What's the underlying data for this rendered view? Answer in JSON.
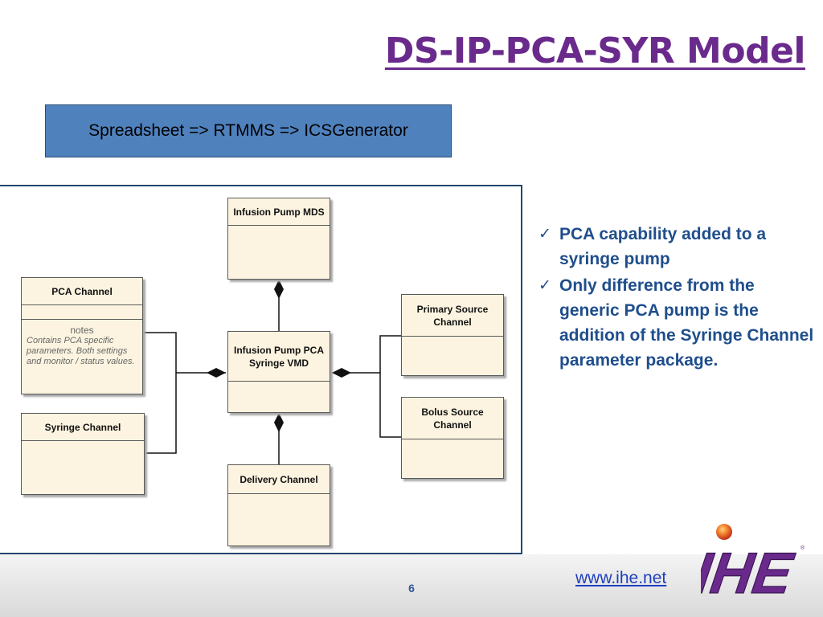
{
  "slide": {
    "title": "DS-IP-PCA-SYR Model",
    "callout": "Spreadsheet => RTMMS => ICSGenerator",
    "page_number": "6",
    "website": "www.ihe.net",
    "logo_text": "IHE"
  },
  "diagram": {
    "mds": "Infusion Pump MDS",
    "vmd": "Infusion Pump PCA Syringe VMD",
    "pca_channel": "PCA Channel",
    "notes_title": "notes",
    "notes_body": "Contains PCA specific parameters.  Both settings and monitor / status values.",
    "syringe_channel": "Syringe Channel",
    "delivery_channel": "Delivery Channel",
    "primary_source": "Primary Source Channel",
    "bolus_source": "Bolus Source Channel"
  },
  "bullets": [
    "PCA capability added to a syringe pump",
    "Only difference from the generic PCA pump is the addition of the Syringe Channel parameter package."
  ],
  "colors": {
    "title": "#6a2a8c",
    "bullet_text": "#1f4e8c",
    "callout_fill": "#4f81bd",
    "uml_fill": "#fcf4e0",
    "logo": "#6a2a8c"
  },
  "icons": {
    "bullet": "checkmark-icon"
  }
}
